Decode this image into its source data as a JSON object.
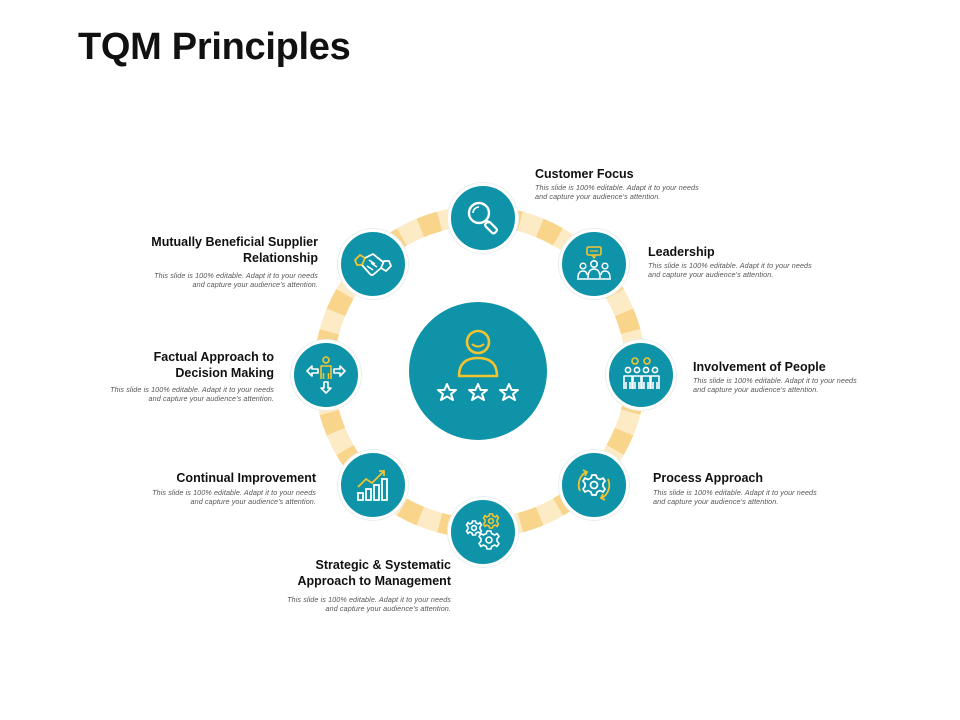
{
  "title": "TQM Principles",
  "description_text": "This slide is 100% editable.  Adapt it to your needs and capture your audience's attention.",
  "colors": {
    "teal": "#0E93A8",
    "ring_light": "#FDEBC6",
    "ring_dark": "#F9D58C",
    "icon_yellow": "#F4C430"
  },
  "center_icon": "person-with-stars-icon",
  "principles": [
    {
      "label": "Customer Focus",
      "icon": "magnifier-icon"
    },
    {
      "label": "Leadership",
      "icon": "team-speech-bubble-icon"
    },
    {
      "label": "Involvement of People",
      "icon": "group-people-icon"
    },
    {
      "label": "Process Approach",
      "icon": "gear-cycle-icon"
    },
    {
      "label": "Strategic & Systematic Approach to Management",
      "icon": "gears-icon"
    },
    {
      "label": "Continual Improvement",
      "icon": "growth-chart-icon"
    },
    {
      "label": "Factual Approach to Decision Making",
      "icon": "decision-arrows-icon"
    },
    {
      "label": "Mutually Beneficial Supplier Relationship",
      "icon": "handshake-icon"
    }
  ]
}
